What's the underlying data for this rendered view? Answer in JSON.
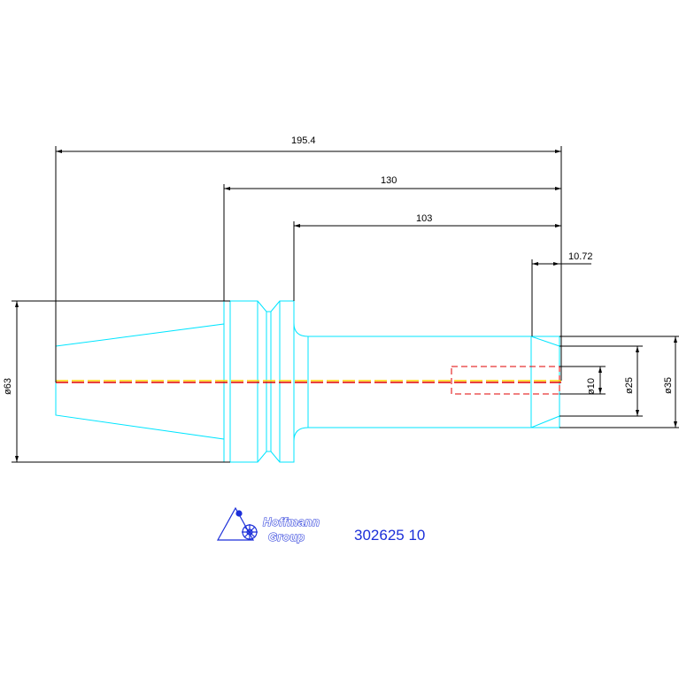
{
  "dimensions": {
    "overall_length": "195.4",
    "length_130": "130",
    "length_103": "103",
    "length_10_72": "10.72",
    "diameter_63": "ø63",
    "diameter_10": "ø10",
    "diameter_25": "ø25",
    "diameter_35": "ø35"
  },
  "logo": {
    "line1": "Hoffmann",
    "line2": "Group"
  },
  "part_number": "302625 10",
  "colors": {
    "outline": "#00e5ff",
    "dimension": "#000000",
    "centerline_red": "#e00000",
    "centerline_yellow": "#ffd400",
    "brand_blue": "#1c2fd9"
  }
}
